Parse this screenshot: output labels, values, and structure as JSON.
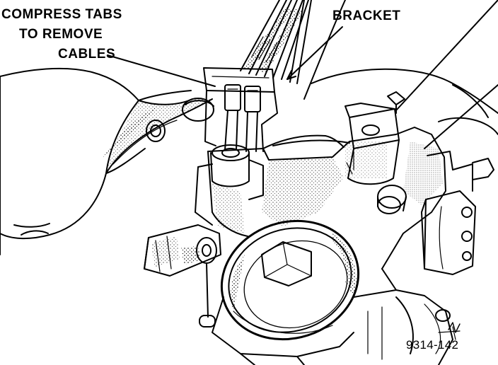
{
  "labels": {
    "compress_tabs_line1": "COMPRESS TABS",
    "compress_tabs_line2": "TO REMOVE",
    "compress_tabs_line3": "CABLES",
    "bracket": "BRACKET"
  },
  "figure_number": "9314-142"
}
